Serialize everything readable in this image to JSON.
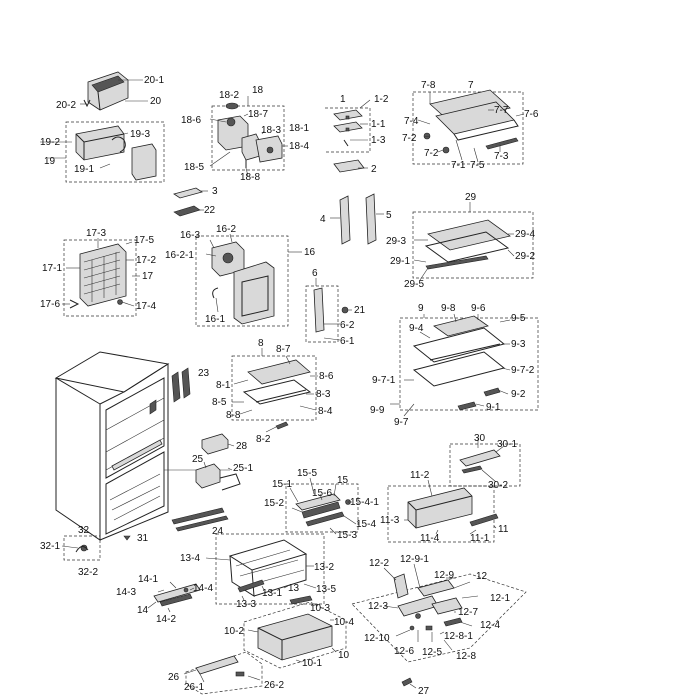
{
  "labels": {
    "l20_1": "20-1",
    "l20": "20",
    "l20_2": "20-2",
    "l19_2": "19-2",
    "l19": "19",
    "l19_1": "19-1",
    "l19_3": "19-3",
    "l18": "18",
    "l18_2": "18-2",
    "l18_6": "18-6",
    "l18_7": "18-7",
    "l18_3": "18-3",
    "l18_1": "18-1",
    "l18_4": "18-4",
    "l18_5": "18-5",
    "l18_8": "18-8",
    "l1": "1",
    "l1_2": "1-2",
    "l1_1": "1-1",
    "l1_3": "1-3",
    "l2": "2",
    "l7_8": "7-8",
    "l7": "7",
    "l7_4": "7-4",
    "l7_7": "7-7",
    "l7_6": "7-6",
    "l7_2a": "7-2",
    "l7_2b": "7-2",
    "l7_1": "7-1",
    "l7_5": "7-5",
    "l7_3": "7-3",
    "l3": "3",
    "l22": "22",
    "l4": "4",
    "l5": "5",
    "l29": "29",
    "l29_3": "29-3",
    "l29_4": "29-4",
    "l29_1": "29-1",
    "l29_2": "29-2",
    "l29_5": "29-5",
    "l17_3": "17-3",
    "l17_5": "17-5",
    "l17_2": "17-2",
    "l17_1": "17-1",
    "l17": "17",
    "l17_6": "17-6",
    "l17_4": "17-4",
    "l16_3": "16-3",
    "l16_2": "16-2",
    "l16_2_1": "16-2-1",
    "l16": "16",
    "l16_1": "16-1",
    "l6": "6",
    "l21": "21",
    "l6_2": "6-2",
    "l6_1": "6-1",
    "l9": "9",
    "l9_8": "9-8",
    "l9_6": "9-6",
    "l9_5": "9-5",
    "l9_4": "9-4",
    "l9_3": "9-3",
    "l9_7_1": "9-7-1",
    "l9_7_2": "9-7-2",
    "l9_2": "9-2",
    "l9_9": "9-9",
    "l9_1": "9-1",
    "l9_7": "9-7",
    "l8": "8",
    "l8_7": "8-7",
    "l23": "23",
    "l8_1": "8-1",
    "l8_6": "8-6",
    "l8_5": "8-5",
    "l8_3": "8-3",
    "l8_8": "8-8",
    "l8_4": "8-4",
    "l8_2": "8-2",
    "l28": "28",
    "l25": "25",
    "l25_1": "25-1",
    "l30": "30",
    "l30_1": "30-1",
    "l30_2": "30-2",
    "l15_5": "15-5",
    "l15": "15",
    "l15_1": "15-1",
    "l15_6": "15-6",
    "l15_2": "15-2",
    "l15_4_1": "15-4-1",
    "l15_4": "15-4",
    "l15_3": "15-3",
    "l11_2": "11-2",
    "l11_3": "11-3",
    "l11": "11",
    "l11_4": "11-4",
    "l11_1": "11-1",
    "l32": "32",
    "l32_1": "32-1",
    "l32_2": "32-2",
    "l31": "31",
    "l24": "24",
    "l13_4": "13-4",
    "l13_2": "13-2",
    "l13_5": "13-5",
    "l13": "13",
    "l13_1": "13-1",
    "l13_3": "13-3",
    "l14_1": "14-1",
    "l14_3": "14-3",
    "l14_4": "14-4",
    "l14": "14",
    "l14_2": "14-2",
    "l12_2": "12-2",
    "l12_9_1": "12-9-1",
    "l12_9": "12-9",
    "l12": "12",
    "l12_1": "12-1",
    "l12_3": "12-3",
    "l12_7": "12-7",
    "l12_4": "12-4",
    "l12_10": "12-10",
    "l12_8_1": "12-8-1",
    "l12_6": "12-6",
    "l12_5": "12-5",
    "l12_8": "12-8",
    "l10_3": "10-3",
    "l10_4": "10-4",
    "l10_2": "10-2",
    "l10": "10",
    "l10_1": "10-1",
    "l26": "26",
    "l26_1": "26-1",
    "l26_2": "26-2",
    "l27": "27"
  }
}
